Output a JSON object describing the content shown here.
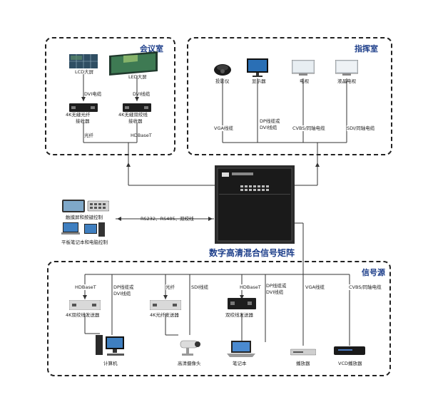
{
  "rooms": {
    "meeting": "会议室",
    "command": "指挥室",
    "source": "信号源"
  },
  "meeting": {
    "lcd": "LCD大屏",
    "led": "LED大屏",
    "dvi1": "DVI电缆",
    "dvi2": "DVI线缆",
    "rx1": [
      "4K无缝光纤",
      "接收器"
    ],
    "rx2": [
      "4K无缝双绞线",
      "接收器"
    ],
    "fiber": "光纤",
    "hdbaset": "HDBaseT"
  },
  "command": {
    "projector": "投影仪",
    "monitor": "显示器",
    "tv": "电视",
    "lcdtv": "液晶电视",
    "vga": "VGA线缆",
    "dp": [
      "DP线缆或",
      "DVI线缆"
    ],
    "cvbs": "CVBS/同轴电缆",
    "sdi": "SDI/同轴电缆"
  },
  "control": {
    "touch": "触摸屏和按键控制",
    "laptop": "平板笔记本和电脑控制",
    "link": "RS232、RS485、双绞线"
  },
  "matrix": {
    "title": "数字高清混合信号矩阵"
  },
  "source": {
    "hdbaset1": "HDBaseT",
    "dp1": [
      "DP线缆或",
      "DVI线缆"
    ],
    "fiber": "光纤",
    "sdi": "SDI线缆",
    "hdbaset2": "HDBaseT",
    "dp2": [
      "DP线缆或",
      "DVI线缆"
    ],
    "vga": "VGA线缆",
    "cvbs": "CVBS/同轴电缆",
    "tx1": "4K双绞线发送器",
    "tx2": "4K光纤发送器",
    "tx3": "双绞线发送器",
    "computer": "计算机",
    "camera": "高清摄像头",
    "notebook": "笔记本",
    "player": "播放器",
    "vcd": "VCD播放器"
  }
}
